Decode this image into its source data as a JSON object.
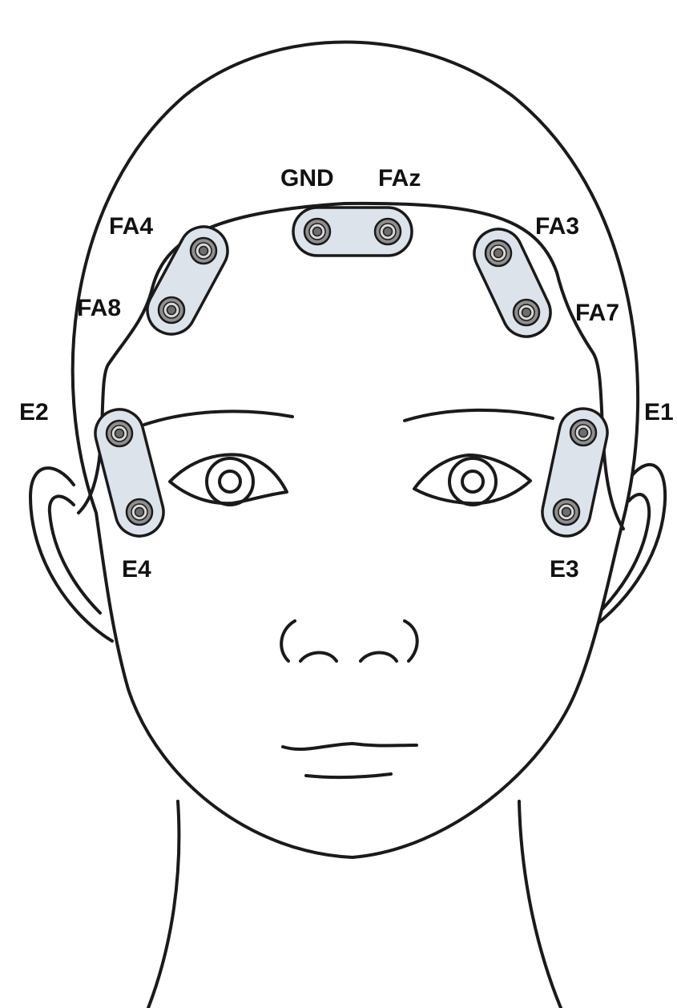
{
  "electrodes": [
    {
      "id": "gnd",
      "label": "GND"
    },
    {
      "id": "faz",
      "label": "FAz"
    },
    {
      "id": "fa4",
      "label": "FA4"
    },
    {
      "id": "fa3",
      "label": "FA3"
    },
    {
      "id": "fa8",
      "label": "FA8"
    },
    {
      "id": "fa7",
      "label": "FA7"
    },
    {
      "id": "e2",
      "label": "E2"
    },
    {
      "id": "e1",
      "label": "E1"
    },
    {
      "id": "e4",
      "label": "E4"
    },
    {
      "id": "e3",
      "label": "E3"
    }
  ],
  "colors": {
    "line": "#1a1a1a",
    "pad_fill": "#dde3ea",
    "electrode_fill": "#8f8f8f",
    "label": "#111111"
  }
}
